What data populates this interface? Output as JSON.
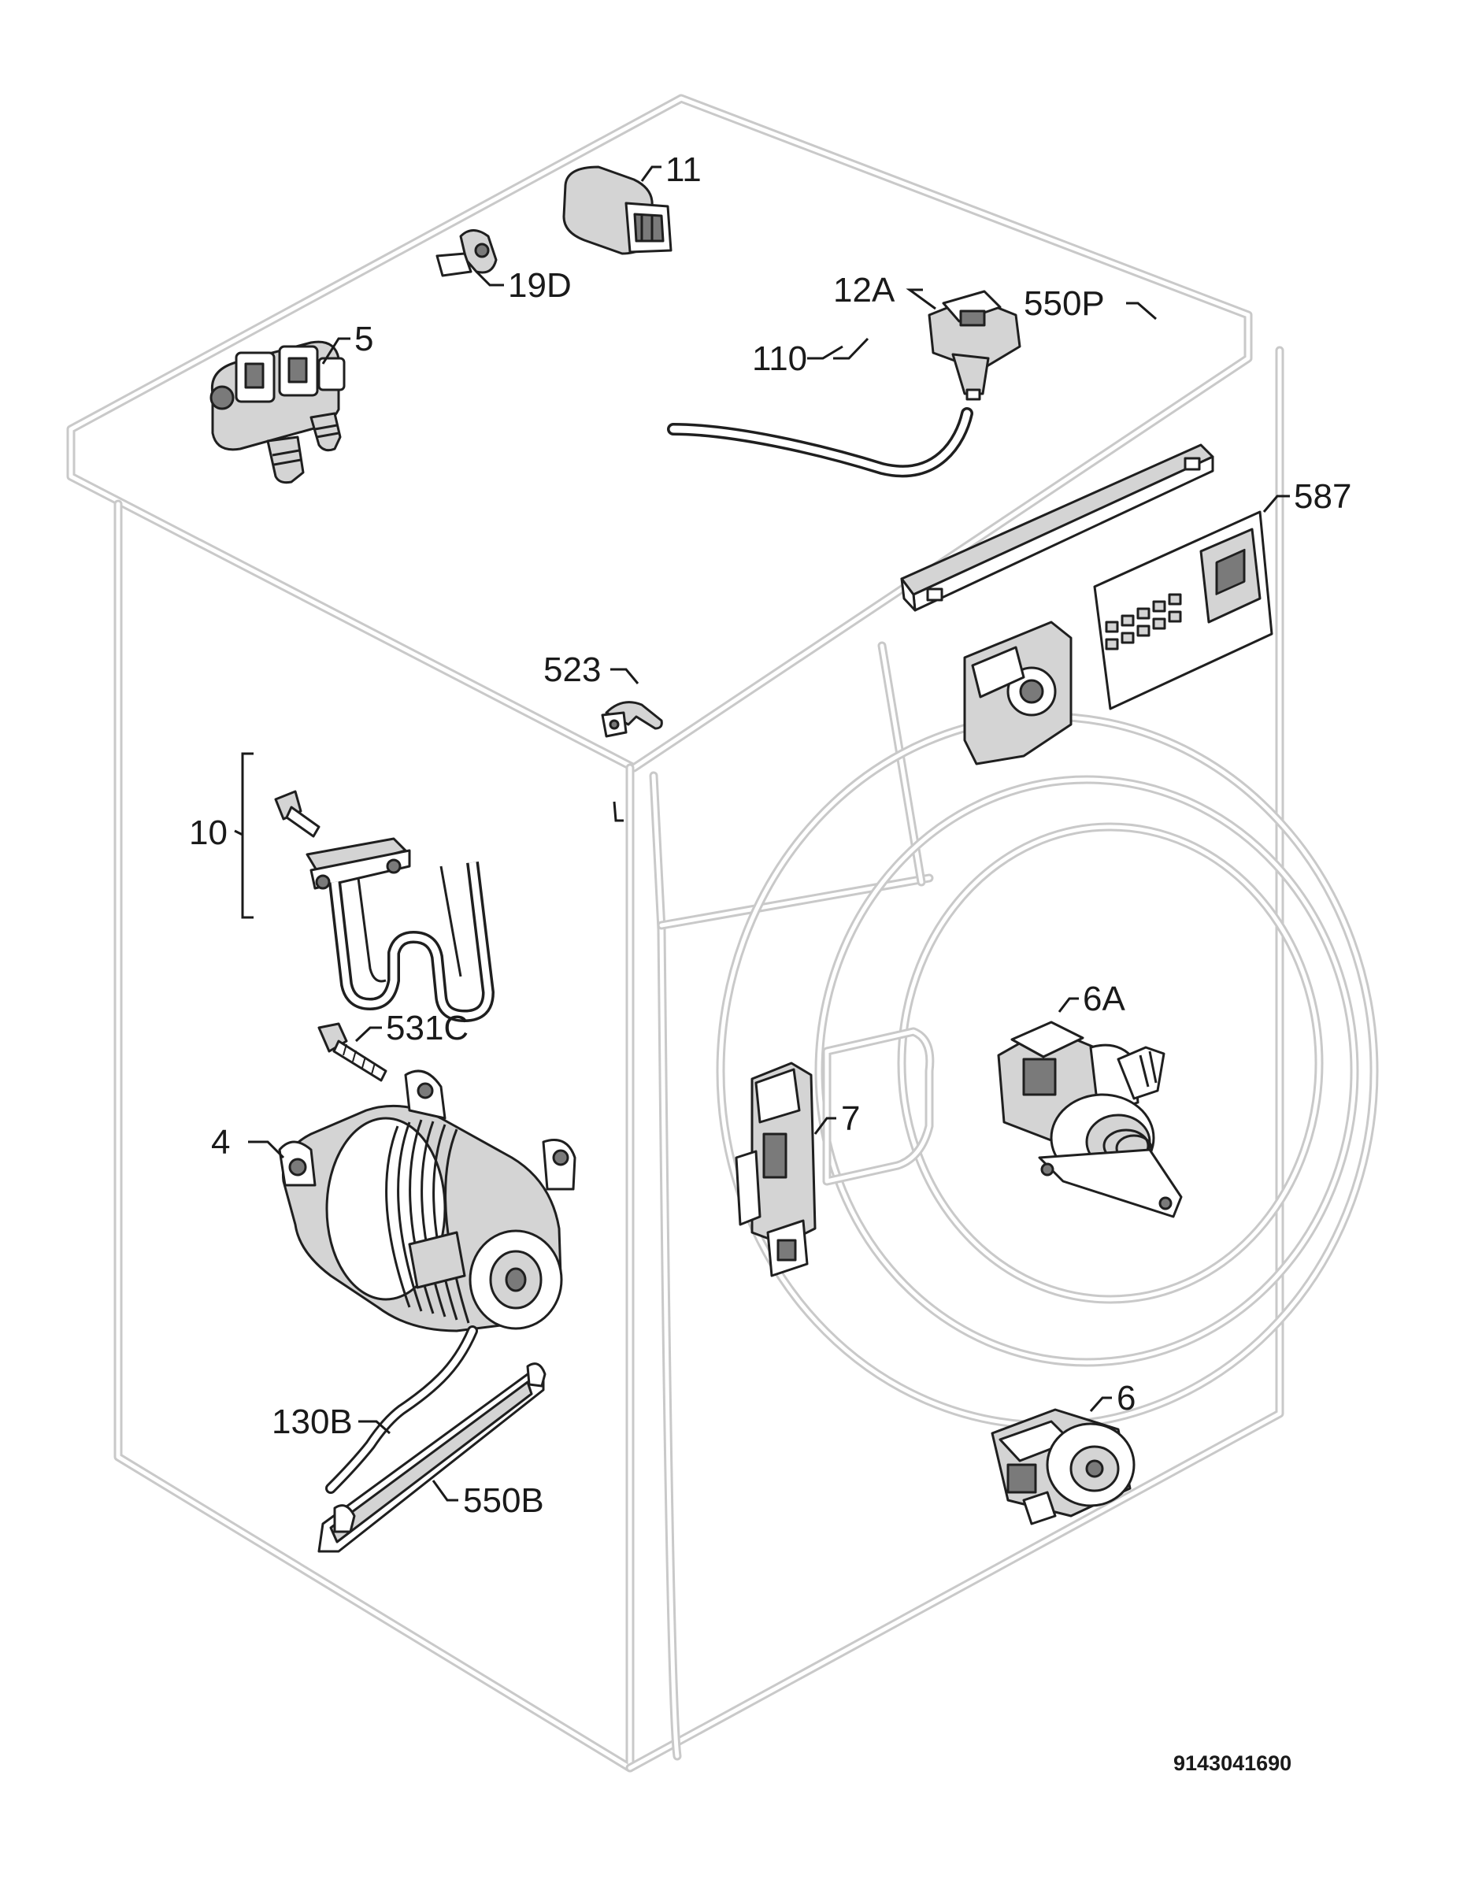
{
  "diagram": {
    "document_number": "9143041690",
    "parts": [
      {
        "id": "11",
        "label": "11",
        "icon": "capacitor-icon"
      },
      {
        "id": "19D",
        "label": "19D",
        "icon": "clip-icon"
      },
      {
        "id": "5",
        "label": "5",
        "icon": "inlet-valve-icon"
      },
      {
        "id": "12A",
        "label": "12A",
        "icon": "pressure-switch-icon"
      },
      {
        "id": "110",
        "label": "110",
        "icon": "hose-icon"
      },
      {
        "id": "550P",
        "label": "550P",
        "icon": "rail-icon"
      },
      {
        "id": "587",
        "label": "587",
        "icon": "control-board-icon"
      },
      {
        "id": "523",
        "label": "523",
        "icon": "clip-icon"
      },
      {
        "id": "10",
        "label": "10",
        "icon": "heating-element-icon"
      },
      {
        "id": "531C",
        "label": "531C",
        "icon": "screw-icon"
      },
      {
        "id": "4",
        "label": "4",
        "icon": "motor-icon"
      },
      {
        "id": "6A",
        "label": "6A",
        "icon": "pump-icon"
      },
      {
        "id": "7",
        "label": "7",
        "icon": "door-lock-icon"
      },
      {
        "id": "6",
        "label": "6",
        "icon": "drain-pump-icon"
      },
      {
        "id": "130B",
        "label": "130B",
        "icon": "gasket-icon"
      },
      {
        "id": "550B",
        "label": "550B",
        "icon": "rail-icon"
      }
    ]
  }
}
